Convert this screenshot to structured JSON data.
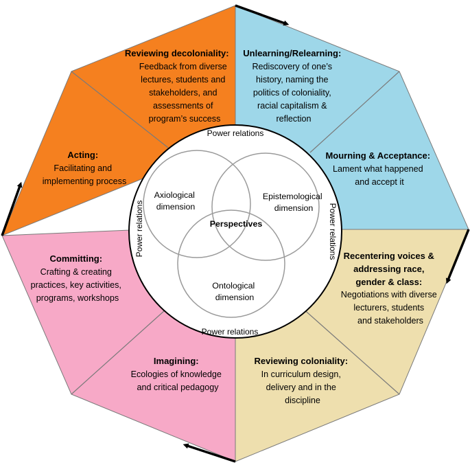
{
  "colors": {
    "orange": "#F5801F",
    "blue": "#9ED7E9",
    "tan": "#EEDFAE",
    "pink": "#F7A9C7",
    "divider": "#7a7a7a",
    "circle": "#9a9a9a",
    "arrow": "#000000"
  },
  "segments": [
    {
      "id": "reviewing-decoloniality",
      "title": "Reviewing decoloniality:",
      "lines": [
        "Feedback from diverse",
        "lectures, students and",
        "stakeholders, and",
        "assessments of",
        "program’s success"
      ]
    },
    {
      "id": "unlearning-relearning",
      "title": "Unlearning/Relearning:",
      "lines": [
        "Rediscovery of one’s",
        "history, naming the",
        "politics of coloniality,",
        "racial capitalism &",
        "reflection"
      ]
    },
    {
      "id": "mourning-acceptance",
      "title": "Mourning & Acceptance:",
      "lines": [
        "Lament what happened",
        "and accept it"
      ]
    },
    {
      "id": "recentering-voices",
      "title_lines": [
        "Recentering voices &",
        "addressing race,",
        "gender & class:"
      ],
      "lines": [
        "Negotiations with diverse",
        "lecturers, students",
        "and stakeholders"
      ]
    },
    {
      "id": "reviewing-coloniality",
      "title": "Reviewing coloniality:",
      "lines": [
        "In curriculum design,",
        "delivery and in the",
        "discipline"
      ]
    },
    {
      "id": "imagining",
      "title": "Imagining:",
      "lines": [
        "Ecologies of knowledge",
        "and critical pedagogy"
      ]
    },
    {
      "id": "committing",
      "title": "Committing:",
      "lines": [
        "Crafting & creating",
        "practices, key activities,",
        "programs, workshops"
      ]
    },
    {
      "id": "acting",
      "title": "Acting:",
      "lines": [
        "Facilitating and",
        "implementing process"
      ]
    }
  ],
  "center": {
    "power_top": "Power relations",
    "power_bottom": "Power relations",
    "power_left": "Power relations",
    "power_right": "Power relations",
    "axiological": [
      "Axiological",
      "dimension"
    ],
    "epistemological": [
      "Epistemological",
      "dimension"
    ],
    "ontological": [
      "Ontological",
      "dimension"
    ],
    "perspectives": "Perspectives"
  }
}
